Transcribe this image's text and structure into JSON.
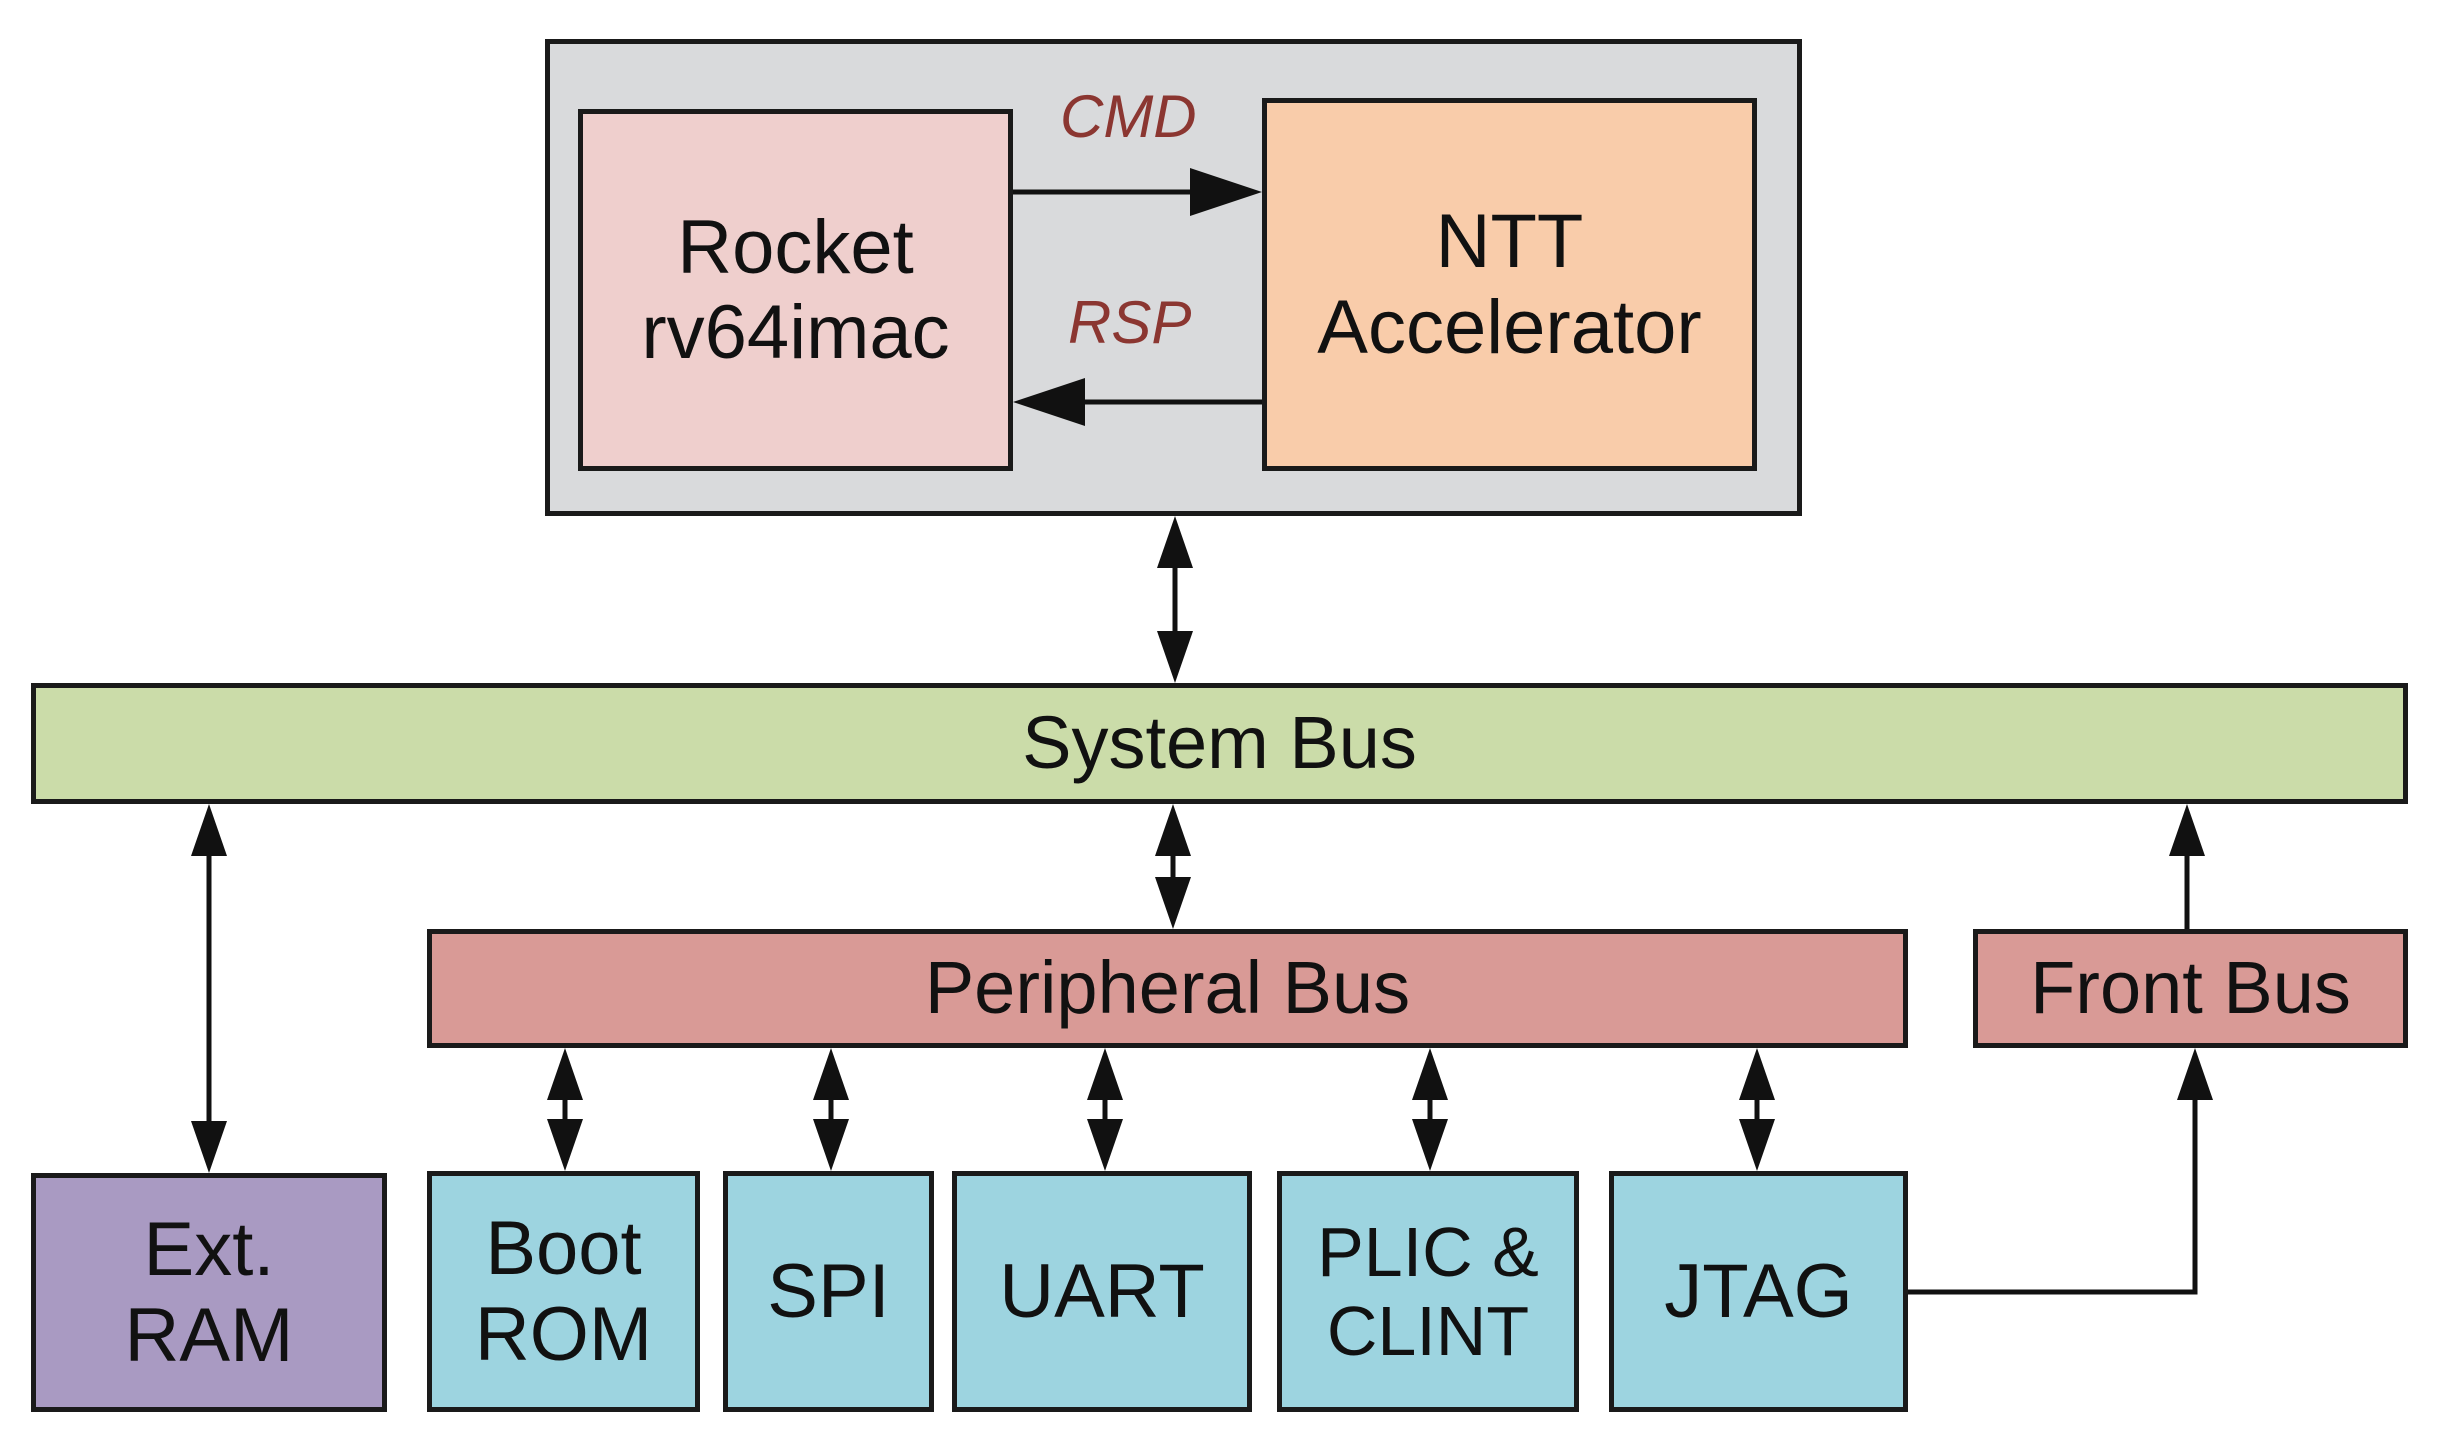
{
  "soc": {
    "core": {
      "line1": "Rocket",
      "line2": "rv64imac"
    },
    "accelerator": {
      "line1": "NTT",
      "line2": "Accelerator"
    },
    "cmd_label": "CMD",
    "rsp_label": "RSP"
  },
  "buses": {
    "system": "System Bus",
    "peripheral": "Peripheral Bus",
    "front": "Front Bus"
  },
  "devices": {
    "ext_ram": {
      "line1": "Ext.",
      "line2": "RAM"
    },
    "boot_rom": {
      "line1": "Boot",
      "line2": "ROM"
    },
    "spi": "SPI",
    "uart": "UART",
    "plic_clint": {
      "line1": "PLIC &",
      "line2": "CLINT"
    },
    "jtag": "JTAG"
  },
  "colors": {
    "container": "#d9dadc",
    "core": "#efcfcd",
    "accelerator": "#f9ccaa",
    "system_bus": "#cbdca9",
    "peripheral_bus": "#d99a96",
    "ext_ram": "#a99ac2",
    "devices": "#9dd4e0",
    "signal_text": "#8b3631"
  }
}
